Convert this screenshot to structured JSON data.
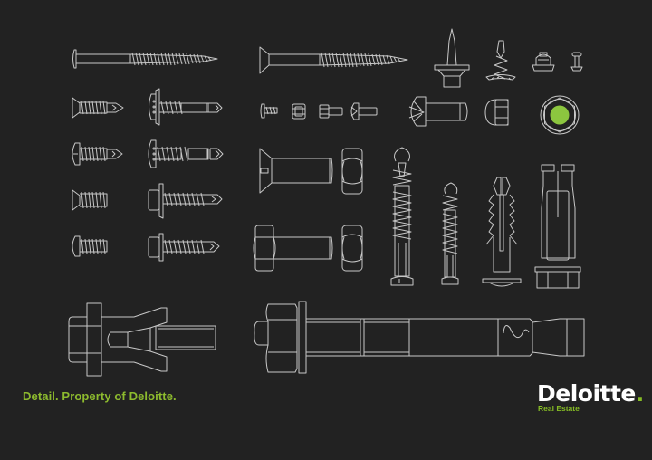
{
  "poster": {
    "caption": "Detail. Property of Deloitte.",
    "brand": {
      "name": "Deloitte",
      "dot": ".",
      "subtitle": "Real Estate"
    },
    "colors": {
      "background": "#222222",
      "line": "#c8c8c8",
      "accent": "#86bc25"
    },
    "illustrations": [
      "long-pan-head-wood-screw",
      "long-countersunk-wood-screw",
      "plastic-push-rivet",
      "drywall-anchor-screw",
      "rivet-cap",
      "small-rivet",
      "countersunk-self-drilling-screw",
      "wafer-head-self-drilling-screw",
      "small-wafer-screw",
      "hex-nut-small",
      "socket-cap-screw-small",
      "pan-head-machine-screw-small",
      "pan-head-bolt",
      "acorn-cap-nut",
      "hex-nut-green-center",
      "pan-head-self-drilling-screw",
      "long-wafer-self-drilling-screw",
      "countersunk-machine-screw",
      "hex-nut",
      "frame-anchor-large",
      "frame-anchor-small",
      "nylon-wall-plug",
      "sleeve-anchor",
      "countersunk-tapping-screw",
      "hex-washer-self-drilling-screw",
      "pan-head-tapping-screw",
      "hex-flange-self-drilling-screw",
      "hex-bolt",
      "hex-nut-2",
      "wedge-anchor-short",
      "wedge-anchor-long"
    ]
  }
}
